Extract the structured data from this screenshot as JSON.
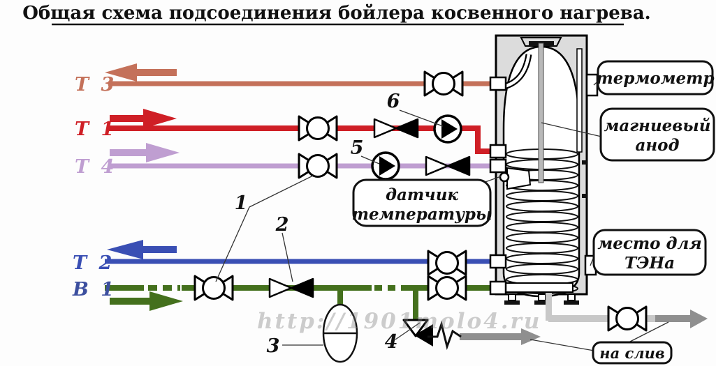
{
  "title": "Общая схема подсоединения бойлера косвенного нагрева.",
  "watermark": "http://1901molo4.ru",
  "colors": {
    "t3_pipe": "#c4715a",
    "t1_pipe": "#cf1f26",
    "t4_pipe": "#bf9ed1",
    "t2_pipe": "#3a4fb4",
    "b1_pipe": "#44701d",
    "b1_label": "#3c4f9f",
    "drain_pipe": "#c8c8c8",
    "drain_arrow": "#8f8f8f",
    "boiler_case": "#dcdcdc"
  },
  "pipe_labels": {
    "t3": "Т 3",
    "t1": "Т 1",
    "t4": "Т 4",
    "t2": "Т 2",
    "b1": "В 1"
  },
  "component_numbers": {
    "n1": "1",
    "n2": "2",
    "n3": "3",
    "n4": "4",
    "n5": "5",
    "n6": "6"
  },
  "annotations": {
    "thermometer": "термометр",
    "anode": [
      "магниевый",
      "анод"
    ],
    "sensor": [
      "датчик",
      "температуры"
    ],
    "heater": [
      "место для",
      "ТЭНа"
    ],
    "drain": "на слив"
  }
}
